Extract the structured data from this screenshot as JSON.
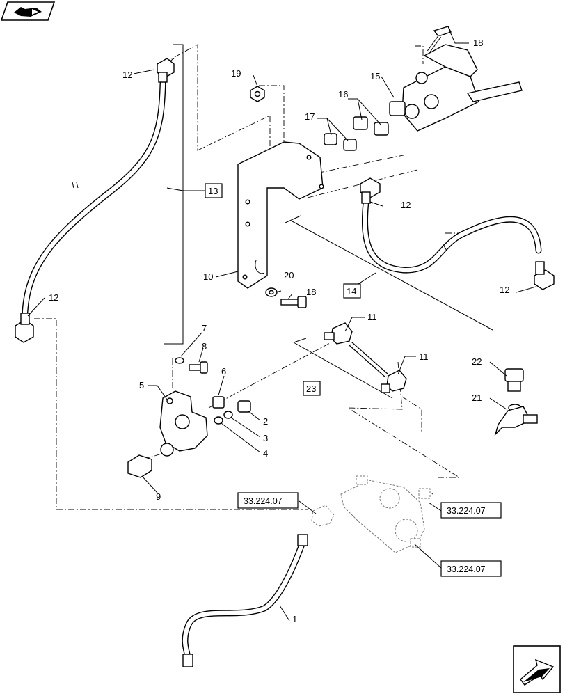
{
  "callouts": {
    "c1": "1",
    "c2": "2",
    "c3": "3",
    "c4": "4",
    "c5": "5",
    "c6": "6",
    "c7": "7",
    "c8": "8",
    "c9": "9",
    "c10": "10",
    "c11a": "11",
    "c11b": "11",
    "c12a": "12",
    "c12b": "12",
    "c12c": "12",
    "c12d": "12",
    "c15": "15",
    "c16": "16",
    "c17": "17",
    "c18a": "18",
    "c18b": "18",
    "c19": "19",
    "c20": "20",
    "c21": "21",
    "c22": "22"
  },
  "boxed_callouts": {
    "b13": "13",
    "b14": "14",
    "b23": "23"
  },
  "references": {
    "r1": "33.224.07",
    "r2": "33.224.07",
    "r3": "33.224.07"
  },
  "icons": {
    "top_left": "book-arrow-icon",
    "bottom_right": "next-page-arrow-icon"
  }
}
